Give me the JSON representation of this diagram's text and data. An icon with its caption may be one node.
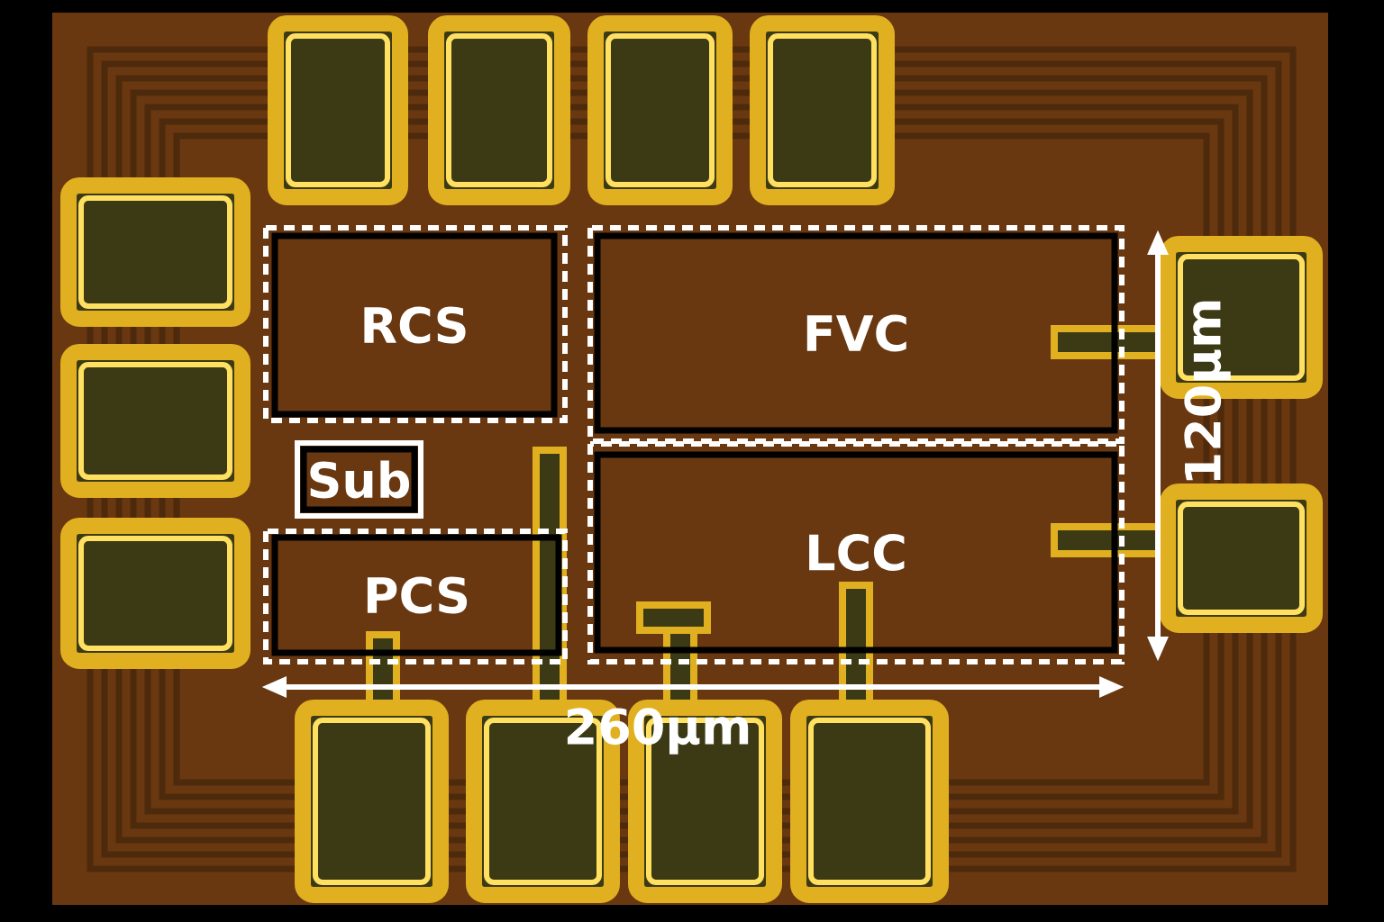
{
  "diagram": {
    "nodes": [
      {
        "text": [
          "RCS"
        ]
      },
      {
        "text": [
          "FVC"
        ]
      },
      {
        "text": [
          "Sub"
        ]
      },
      {
        "text": [
          "LCC"
        ]
      },
      {
        "text": [
          "PCS"
        ]
      }
    ],
    "labels": [
      "120µm",
      "260µm"
    ]
  }
}
